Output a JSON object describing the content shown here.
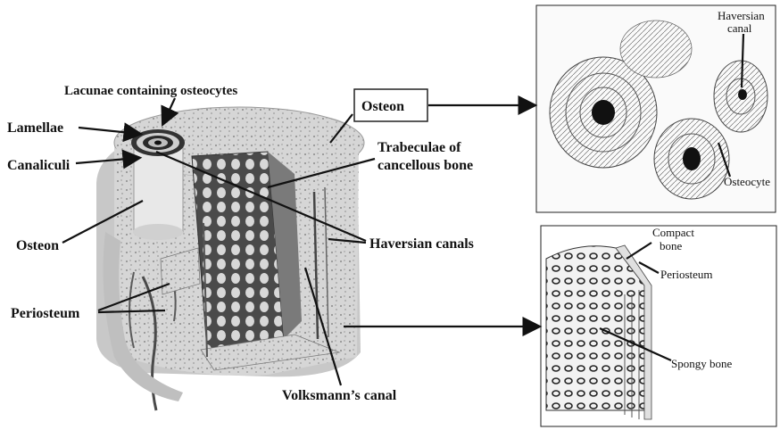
{
  "labels": {
    "lacunae": "Lacunae containing osteocytes",
    "lamellae": "Lamellae",
    "canaliculi": "Canaliculi",
    "osteon_left": "Osteon",
    "periosteum_left": "Periosteum",
    "osteon_box": "Osteon",
    "trabeculae_line1": "Trabeculae of",
    "trabeculae_line2": "cancellous bone",
    "haversian_canals": "Haversian canals",
    "volksmann": "Volksmann’s canal",
    "haversian_canal_line1": "Haversian",
    "haversian_canal_line2": "canal",
    "osteocyte": "Osteocyte",
    "compact_line1": "Compact",
    "compact_line2": "bone",
    "periosteum_right": "Periosteum",
    "spongy_bone": "Spongy bone"
  },
  "colors": {
    "ink": "#111111",
    "bone_light": "#d9d9d9",
    "bone_mid": "#a9a9a9",
    "bone_dark": "#555555"
  }
}
